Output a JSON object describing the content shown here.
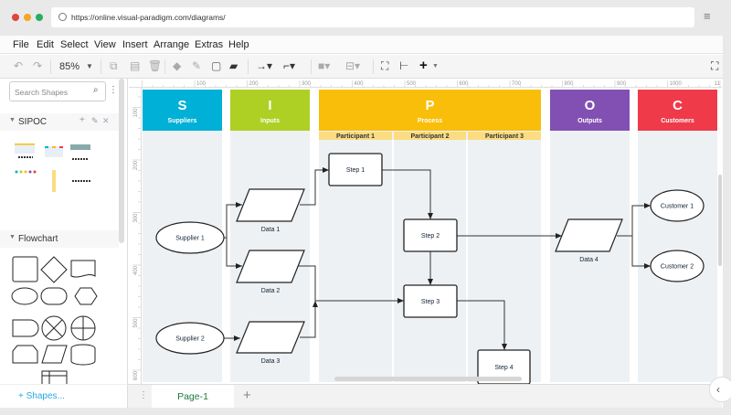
{
  "browser": {
    "url": "https://online.visual-paradigm.com/diagrams/",
    "dots": [
      "#e0443e",
      "#f5a623",
      "#27ae60"
    ]
  },
  "menu": [
    "File",
    "Edit",
    "Select",
    "View",
    "Insert",
    "Arrange",
    "Extras",
    "Help"
  ],
  "toolbar": {
    "zoom": "85%"
  },
  "sidebar": {
    "search_placeholder": "Search Shapes",
    "sections": [
      "SIPOC",
      "Flowchart"
    ],
    "more_shapes": "+ Shapes..."
  },
  "rulers": {
    "h": [
      "100",
      "200",
      "300",
      "400",
      "500",
      "600",
      "700",
      "800",
      "900",
      "1000",
      "11"
    ],
    "v": [
      "100",
      "200",
      "300",
      "400",
      "500",
      "600"
    ]
  },
  "sipoc": {
    "lanes": [
      {
        "letter": "S",
        "title": "Suppliers",
        "color": "#00b0d6"
      },
      {
        "letter": "I",
        "title": "Inputs",
        "color": "#aecf23"
      },
      {
        "letter": "P",
        "title": "Process",
        "color": "#f9be0a"
      },
      {
        "letter": "O",
        "title": "Outputs",
        "color": "#8250b3"
      },
      {
        "letter": "C",
        "title": "Customers",
        "color": "#ef3a4a"
      }
    ],
    "participants": [
      "Participant 1",
      "Participant 2",
      "Participant 3"
    ],
    "participant_color": "#fbdc82",
    "nodes": {
      "supplier1": "Supplier 1",
      "supplier2": "Supplier 2",
      "data1": "Data 1",
      "data2": "Data 2",
      "data3": "Data 3",
      "step1": "Step 1",
      "step2": "Step 2",
      "step3": "Step 3",
      "step4": "Step 4",
      "data4": "Data 4",
      "customer1": "Customer 1",
      "customer2": "Customer 2"
    }
  },
  "pages": {
    "current": "Page-1"
  }
}
